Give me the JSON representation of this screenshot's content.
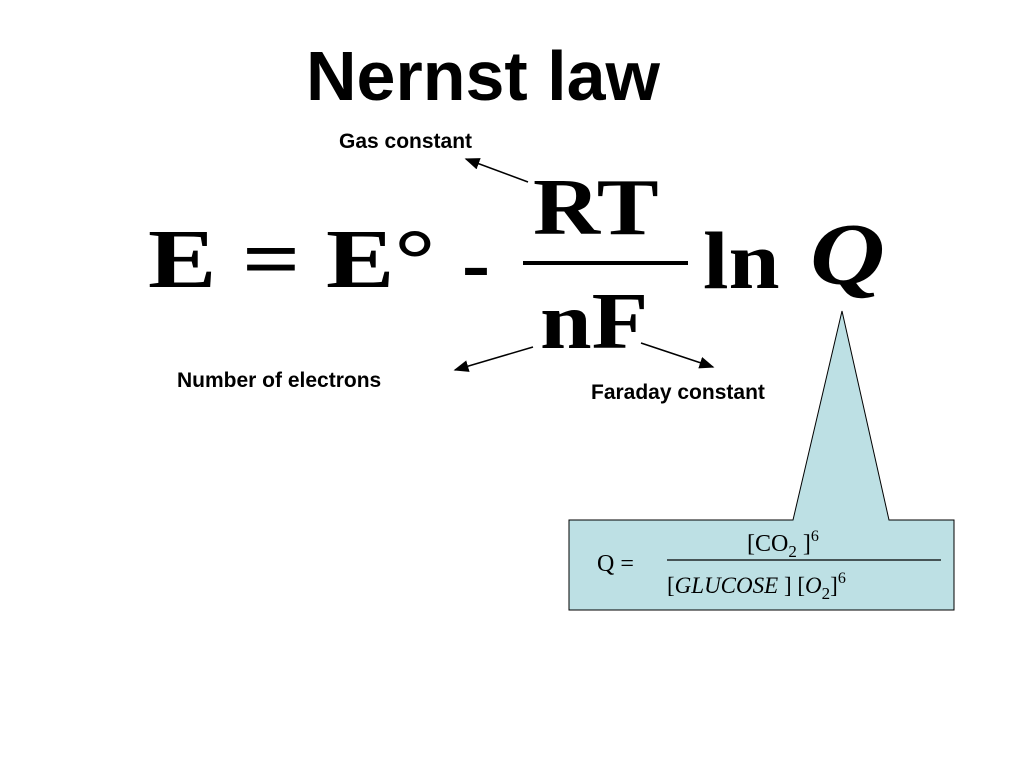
{
  "slide": {
    "title": "Nernst law",
    "labels": {
      "gas_constant": "Gas constant",
      "number_of_electrons": "Number of electrons",
      "faraday_constant": "Faraday constant"
    },
    "equation": {
      "lhs": "E = E°",
      "minus": "-",
      "numerator": "RT",
      "denominator": "nF",
      "ln": "ln",
      "q": "Q"
    },
    "callout": {
      "lhs": "Q =",
      "numerator": {
        "open": "[CO",
        "sub": "2",
        "close": " ]",
        "exp": "6"
      },
      "denominator": {
        "glucose": "GLUCOSE",
        "o": "O",
        "o_sub": "2",
        "exp": "6"
      },
      "fill_color": "#bde0e4"
    }
  }
}
